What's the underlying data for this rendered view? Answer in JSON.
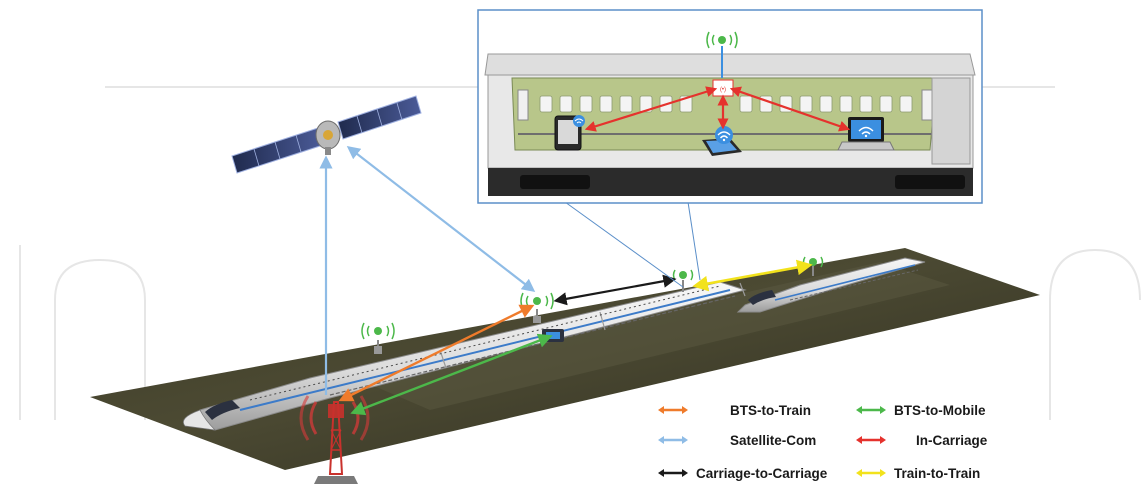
{
  "colors": {
    "bts_to_train": "#ef7b2b",
    "bts_to_mobile": "#4cb84a",
    "satellite_com": "#8fbce6",
    "in_carriage": "#e5322d",
    "carriage_to_carriage": "#1a1a1a",
    "train_to_train": "#f2e21c"
  },
  "legend": {
    "bts_to_train": "BTS-to-Train",
    "bts_to_mobile": "BTS-to-Mobile",
    "satellite_com": "Satellite-Com",
    "in_carriage": "In-Carriage",
    "carriage_to_carriage": "Carriage-to-Carriage",
    "train_to_train": "Train-to-Train"
  },
  "icons": {
    "satellite": "satellite-icon",
    "tower": "cell-tower-icon",
    "antenna": "antenna-icon",
    "tablet": "tablet-icon",
    "phone": "phone-icon",
    "laptop": "laptop-icon",
    "router": "wifi-router-icon"
  }
}
